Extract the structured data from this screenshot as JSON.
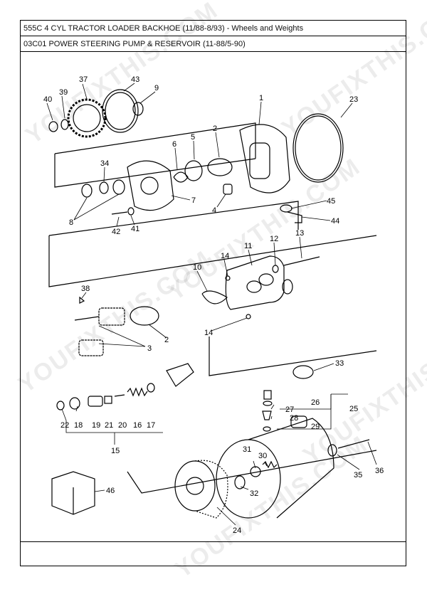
{
  "header": {
    "line1": "555C 4 CYL TRACTOR LOADER BACKHOE (11/88-8/93) - Wheels and Weights",
    "line2": "03C01 POWER STEERING PUMP & RESERVOIR (11-88/5-90)"
  },
  "watermark": "YOUFIXTHIS.COM",
  "callouts": [
    "1",
    "2",
    "2",
    "2",
    "3",
    "4",
    "5",
    "6",
    "7",
    "8",
    "9",
    "10",
    "11",
    "12",
    "13",
    "14",
    "14",
    "15",
    "16",
    "17",
    "18",
    "19",
    "20",
    "21",
    "22",
    "23",
    "24",
    "25",
    "26",
    "27",
    "28",
    "29",
    "30",
    "31",
    "32",
    "33",
    "34",
    "35",
    "36",
    "37",
    "38",
    "39",
    "40",
    "41",
    "42",
    "43",
    "44",
    "45",
    "46"
  ],
  "colors": {
    "line": "#000000",
    "border": "#000000"
  },
  "kit_icon": "kit-box-icon"
}
